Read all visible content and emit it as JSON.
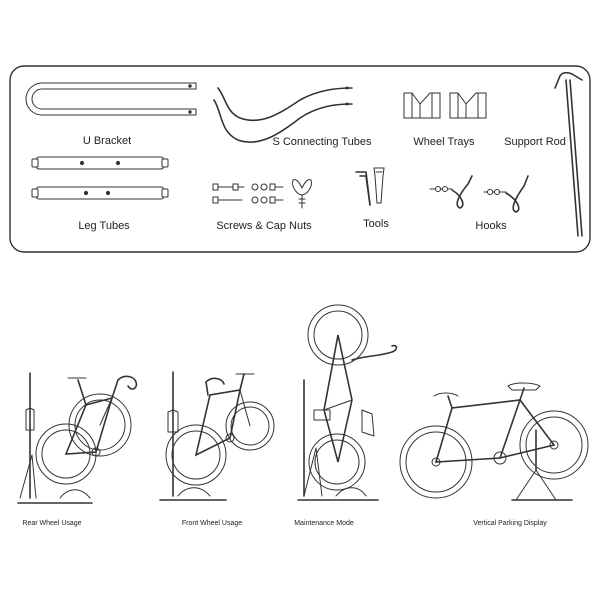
{
  "parts": {
    "u_bracket": "U Bracket",
    "s_tubes": "S Connecting Tubes",
    "wheel_trays": "Wheel Trays",
    "support_rod": "Support Rod",
    "leg_tubes": "Leg Tubes",
    "screws": "Screws & Cap Nuts",
    "tools": "Tools",
    "hooks": "Hooks"
  },
  "usages": {
    "rear_wheel": "Rear Wheel Usage",
    "front_wheel": "Front Wheel Usage",
    "maintenance": "Maintenance Mode",
    "vertical_parking": "Vertical Parking Display"
  }
}
